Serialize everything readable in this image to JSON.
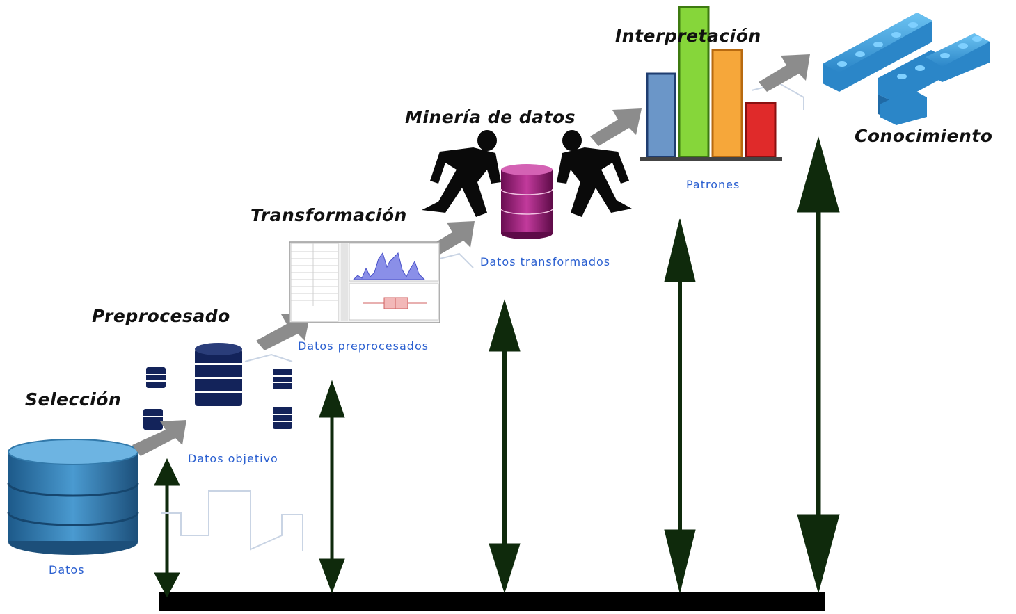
{
  "steps": {
    "seleccion": "Selección",
    "preprocesado": "Preprocesado",
    "transformacion": "Transformación",
    "mineria": "Minería de datos",
    "interpretacion": "Interpretación",
    "conocimiento": "Conocimiento"
  },
  "captions": {
    "datos": "Datos",
    "datos_objetivo": "Datos objetivo",
    "datos_preprocesados": "Datos preprocesados",
    "datos_transformados": "Datos transformados",
    "patrones": "Patrones"
  },
  "colors": {
    "arrow_dark": "#0f2a0c",
    "base_bar": "#000000",
    "step_arrow": "#8c8c8c",
    "caption_text": "#2a5fd0",
    "cylinder_blue": "#3c86b8",
    "navy_db": "#13235a",
    "magenta_db": "#a0207c",
    "bar_blue": "#6b96c8",
    "bar_green": "#86d63a",
    "bar_orange": "#f6a73a",
    "bar_red": "#e02a2a",
    "lego_blue": "#3ba3e0"
  },
  "icons": [
    "database-icon",
    "small-database-icon",
    "software-screenshot-icon",
    "people-carrying-database-icon",
    "bar-chart-icon",
    "lego-blocks-icon"
  ]
}
